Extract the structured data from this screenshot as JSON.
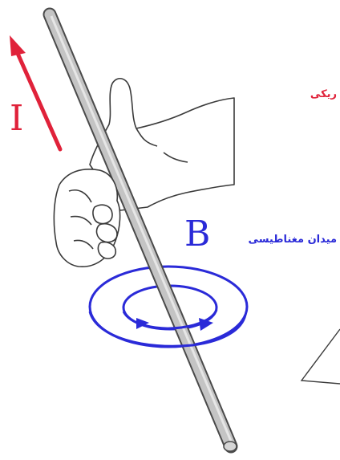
{
  "labels": {
    "current_symbol": "I",
    "current_text": "ریکی",
    "field_symbol": "B",
    "field_text": "میدان مغناطیسی"
  },
  "colors": {
    "current": "#e0223a",
    "field": "#2a2ad8",
    "wire_fill": "#c4c4c4",
    "wire_edge": "#4a4a4a",
    "outline": "#3a3a3a"
  }
}
